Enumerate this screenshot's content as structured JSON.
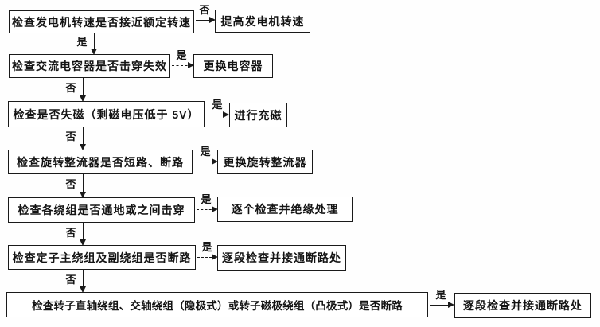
{
  "flowchart": {
    "rows": [
      {
        "question": "检查发电机转速是否接近额定转速",
        "branch_label": "否",
        "action": "提高发电机转速",
        "down_label": "是"
      },
      {
        "question": "检查交流电容器是否击穿失效",
        "branch_label": "是",
        "action": "更换电容器",
        "down_label": "否"
      },
      {
        "question": "检查是否失磁（剩磁电压低于 5V）",
        "branch_label": "是",
        "action": "进行充磁",
        "down_label": "否"
      },
      {
        "question": "检查旋转整流器是否短路、断路",
        "branch_label": "是",
        "action": "更换旋转整流器",
        "down_label": "否"
      },
      {
        "question": "检查各绕组是否通地或之间击穿",
        "branch_label": "是",
        "action": "逐个检查并绝缘处理",
        "down_label": "否"
      },
      {
        "question": "检查定子主绕组及副绕组是否断路",
        "branch_label": "是",
        "action": "逐段检查并接通断路处",
        "down_label": "否"
      },
      {
        "question": "检查转子直轴绕组、交轴绕组（隐极式）或转子磁极绕组（凸极式）是否断路",
        "branch_label": "是",
        "action": "逐段检查并接通断路处"
      }
    ],
    "colors": {
      "line": "#1a1a1a",
      "box_border": "#1a1a1a",
      "background": "#ffffff",
      "text": "#141414"
    }
  }
}
